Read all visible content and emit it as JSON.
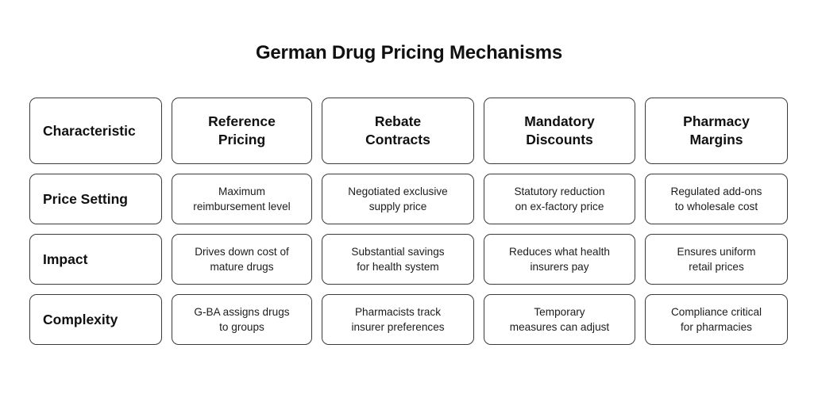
{
  "title": "German Drug Pricing Mechanisms",
  "table": {
    "columns": [
      "Characteristic",
      "Reference\nPricing",
      "Rebate\nContracts",
      "Mandatory\nDiscounts",
      "Pharmacy\nMargins"
    ],
    "rows": [
      {
        "label": "Price Setting",
        "cells": [
          "Maximum\nreimbursement level",
          "Negotiated exclusive\nsupply price",
          "Statutory reduction\non ex-factory price",
          "Regulated add-ons\nto wholesale cost"
        ]
      },
      {
        "label": "Impact",
        "cells": [
          "Drives down cost of\nmature drugs",
          "Substantial savings\nfor health system",
          "Reduces what health\ninsurers pay",
          "Ensures uniform\nretail prices"
        ]
      },
      {
        "label": "Complexity",
        "cells": [
          "G-BA assigns drugs\nto groups",
          "Pharmacists track\ninsurer preferences",
          "Temporary\nmeasures can adjust",
          "Compliance critical\nfor pharmacies"
        ]
      }
    ]
  },
  "colors": {
    "background": "#ffffff",
    "card_border": "#3a3a3a",
    "text": "#101010"
  }
}
